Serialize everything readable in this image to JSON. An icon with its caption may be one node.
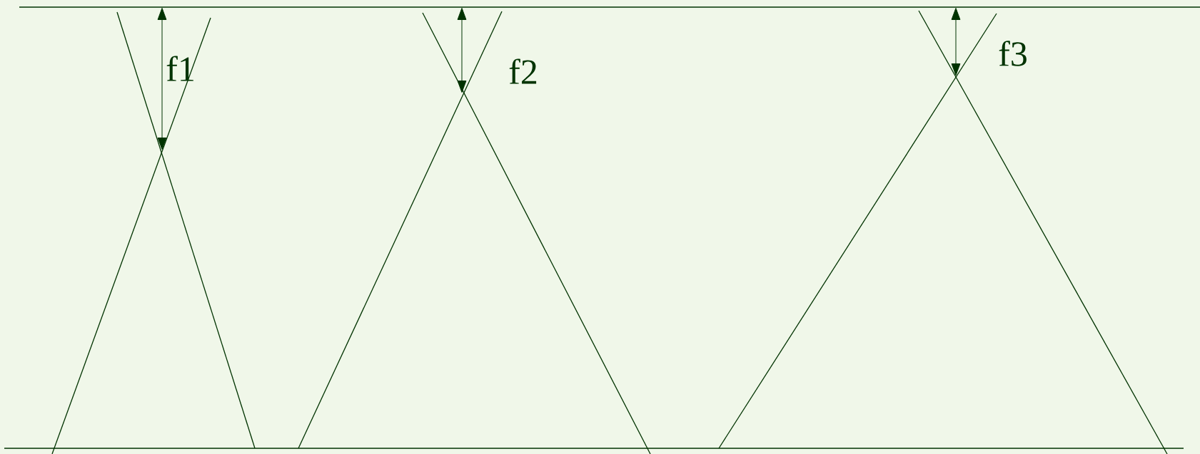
{
  "diagram": {
    "labels": [
      "f1",
      "f2",
      "f3"
    ]
  }
}
